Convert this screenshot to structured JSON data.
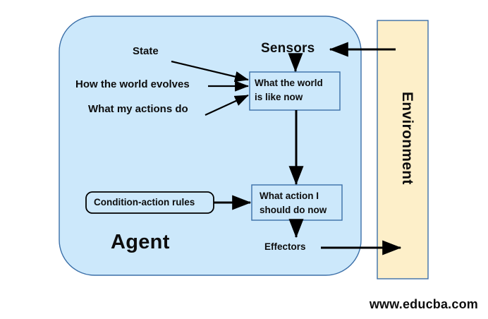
{
  "diagram": {
    "title_watermark": "www.educba.com",
    "agent": {
      "label": "Agent",
      "fill_color": "#CCE8FB",
      "border_color": "#3B6FA8"
    },
    "environment": {
      "label": "Environment",
      "fill_color": "#FDEFC9",
      "border_color": "#3B6FA8"
    },
    "interfaces": {
      "sensors": "Sensors",
      "effectors": "Effectors"
    },
    "inputs": [
      {
        "label": "State"
      },
      {
        "label": "How the world evolves"
      },
      {
        "label": "What my actions do"
      }
    ],
    "boxes": [
      {
        "name": "what-the-world-is-like-now",
        "line1": "What the world",
        "line2": "is like now",
        "fill_color": "#CCE8FB",
        "border_color": "#3B6FA8"
      },
      {
        "name": "what-action-i-should-do-now",
        "line1": "What action I",
        "line2": "should do now",
        "fill_color": "#CCE8FB",
        "border_color": "#3B6FA8"
      }
    ],
    "rules": {
      "label": "Condition-action rules",
      "fill_color": "#CCE8FB",
      "border_color": "#000000"
    },
    "arrow_color": "#000000"
  }
}
